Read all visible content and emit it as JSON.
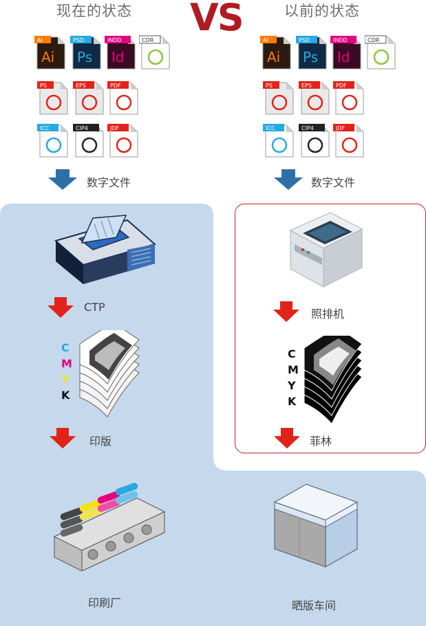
{
  "header": {
    "left_title": "现在的状态",
    "vs_label": "VS",
    "right_title": "以前的状态"
  },
  "file_icons": [
    {
      "name": "ai-icon",
      "tag": "Ai",
      "badge": "AI",
      "color": "#ff7c00",
      "bg": "#2b1a10"
    },
    {
      "name": "psd-icon",
      "tag": "Ps",
      "badge": "PSD",
      "color": "#27a9e1",
      "bg": "#0f2a44"
    },
    {
      "name": "indd-icon",
      "tag": "Id",
      "badge": "INDD",
      "color": "#e4007f",
      "bg": "#3a0b24"
    },
    {
      "name": "cdr-icon",
      "tag": "",
      "badge": "CDR",
      "color": "#8dc63f",
      "bg": "#ffffff"
    },
    {
      "name": "ps-icon",
      "tag": "",
      "badge": "PS",
      "color": "#e2231a",
      "bg": "#e9e9e9"
    },
    {
      "name": "eps-icon",
      "tag": "",
      "badge": "EPS",
      "color": "#e2231a",
      "bg": "#e9e9e9"
    },
    {
      "name": "pdf-icon",
      "tag": "",
      "badge": "PDF",
      "color": "#e2231a",
      "bg": "#ffffff"
    },
    {
      "name": "icc-icon",
      "tag": "",
      "badge": "ICC",
      "color": "#27a9e1",
      "bg": "#ffffff"
    },
    {
      "name": "cip4-icon",
      "tag": "",
      "badge": "CIP4",
      "color": "#222222",
      "bg": "#ffffff"
    },
    {
      "name": "jdf-icon",
      "tag": "",
      "badge": "JDF",
      "color": "#e2231a",
      "bg": "#ffffff"
    }
  ],
  "left_flow": {
    "digital_files": "数字文件",
    "device": "CTP",
    "output": "印版",
    "final": "印刷厂"
  },
  "right_flow": {
    "digital_files": "数字文件",
    "device": "照排机",
    "output": "菲林",
    "final": "晒版车间"
  },
  "cmyk": [
    "C",
    "M",
    "Y",
    "K"
  ],
  "colors": {
    "accent_red": "#b01c22",
    "panel_blue": "#c5d8ec",
    "arrow_blue": "#2f6fa8",
    "arrow_red": "#e2231a",
    "cyan": "#27a9e1",
    "magenta": "#e4007f",
    "yellow": "#f7e017",
    "black": "#111111"
  }
}
